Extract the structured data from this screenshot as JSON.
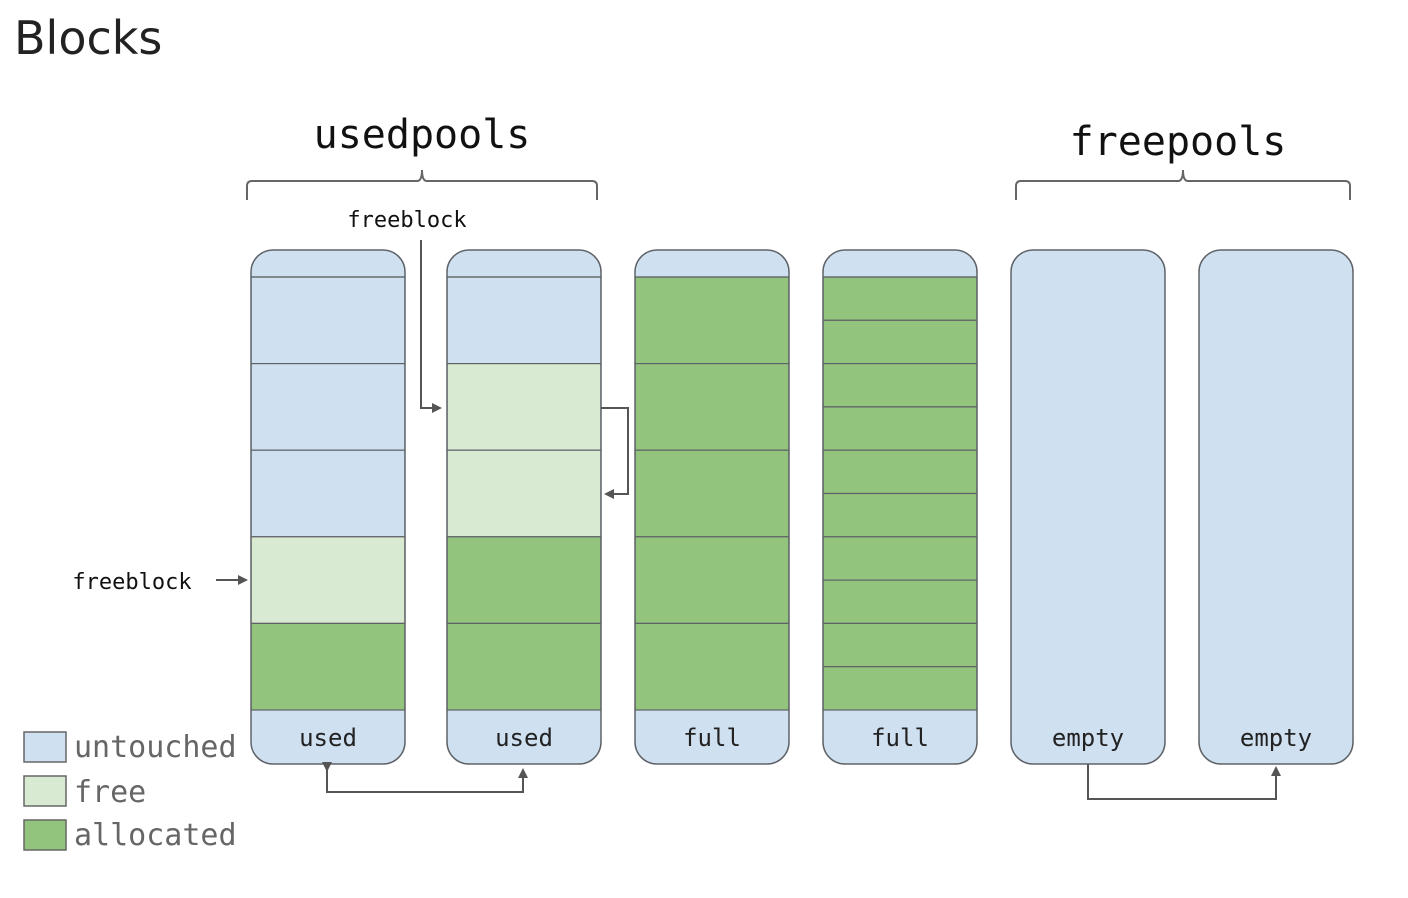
{
  "page_title": "Blocks",
  "colors": {
    "untouched": "#cfe0f1",
    "free": "#d9ead3",
    "allocated": "#93c47d",
    "outline": "#5f6368",
    "arrow": "#555555",
    "text": "#222222"
  },
  "groups": {
    "usedpools": "usedpools",
    "freepools": "freepools"
  },
  "annotations": {
    "freeblock_top": "freeblock",
    "freeblock_left": "freeblock"
  },
  "pools": [
    {
      "label": "used",
      "blocks": [
        "untouched",
        "untouched",
        "untouched",
        "free",
        "allocated"
      ]
    },
    {
      "label": "used",
      "blocks": [
        "untouched",
        "free",
        "free",
        "allocated",
        "allocated"
      ]
    },
    {
      "label": "full",
      "blocks": [
        "allocated",
        "allocated",
        "allocated",
        "allocated",
        "allocated"
      ]
    },
    {
      "label": "full",
      "blocks": [
        "allocated",
        "allocated",
        "allocated",
        "allocated",
        "allocated",
        "allocated",
        "allocated",
        "allocated",
        "allocated",
        "allocated"
      ]
    },
    {
      "label": "empty",
      "blocks": []
    },
    {
      "label": "empty",
      "blocks": []
    }
  ],
  "legend": [
    {
      "state": "untouched",
      "label": "untouched"
    },
    {
      "state": "free",
      "label": "free"
    },
    {
      "state": "allocated",
      "label": "allocated"
    }
  ]
}
